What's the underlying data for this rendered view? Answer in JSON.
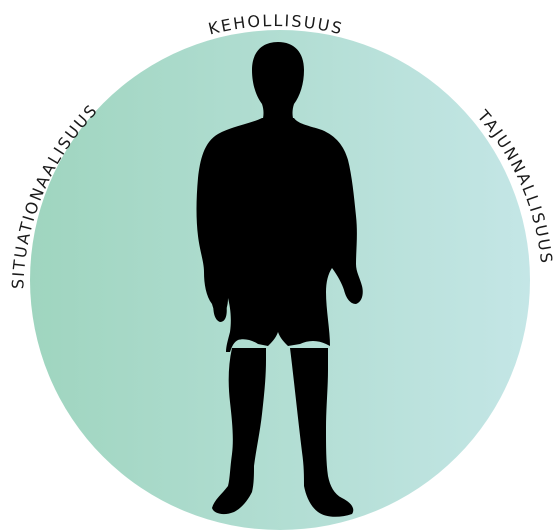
{
  "labels": {
    "top": "KEHOLLISUUS",
    "left": "SITUATIONAALISUUS",
    "right": "TAJUNNALLISUUS"
  },
  "colors": {
    "circle_left": "#9fd5bf",
    "circle_right": "#c4e6e6",
    "silhouette": "#000000",
    "text": "#1a1a1a"
  },
  "icons": {
    "figure": "human-silhouette-icon"
  }
}
